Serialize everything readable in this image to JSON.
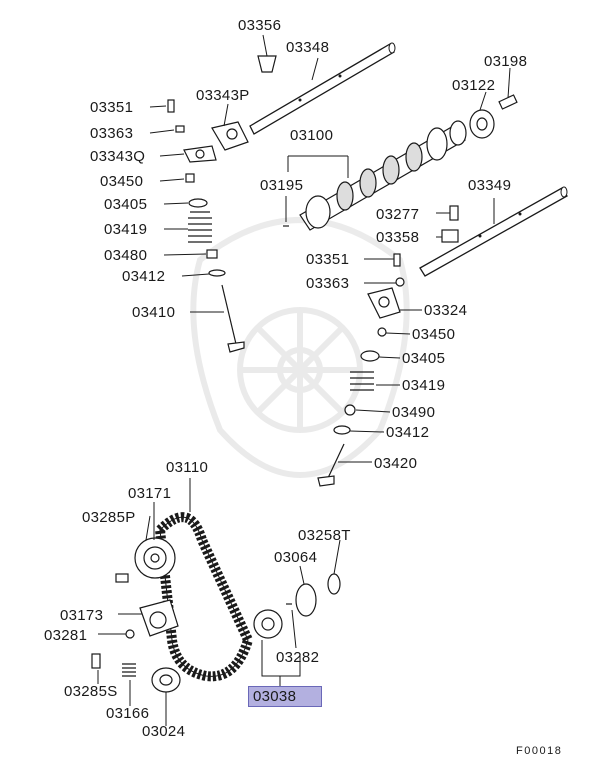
{
  "labels": {
    "p03356": "03356",
    "p03348": "03348",
    "p03198": "03198",
    "p03122": "03122",
    "p03351a": "03351",
    "p03343P": "03343P",
    "p03363a": "03363",
    "p03100": "03100",
    "p03343Q": "03343Q",
    "p03450a": "03450",
    "p03195": "03195",
    "p03349": "03349",
    "p03405a": "03405",
    "p03277": "03277",
    "p03419a": "03419",
    "p03358": "03358",
    "p03480": "03480",
    "p03351b": "03351",
    "p03412a": "03412",
    "p03363b": "03363",
    "p03410": "03410",
    "p03324": "03324",
    "p03450b": "03450",
    "p03405b": "03405",
    "p03419b": "03419",
    "p03490": "03490",
    "p03412b": "03412",
    "p03420": "03420",
    "p03110": "03110",
    "p03171": "03171",
    "p03285P": "03285P",
    "p03258T": "03258T",
    "p03064": "03064",
    "p03173": "03173",
    "p03281": "03281",
    "p03282": "03282",
    "p03285S": "03285S",
    "p03038": "03038",
    "p03166": "03166",
    "p03024": "03024"
  },
  "figure_code": "F00018",
  "colors": {
    "highlight": "#b3b0e0",
    "line": "#1a1a1a"
  }
}
